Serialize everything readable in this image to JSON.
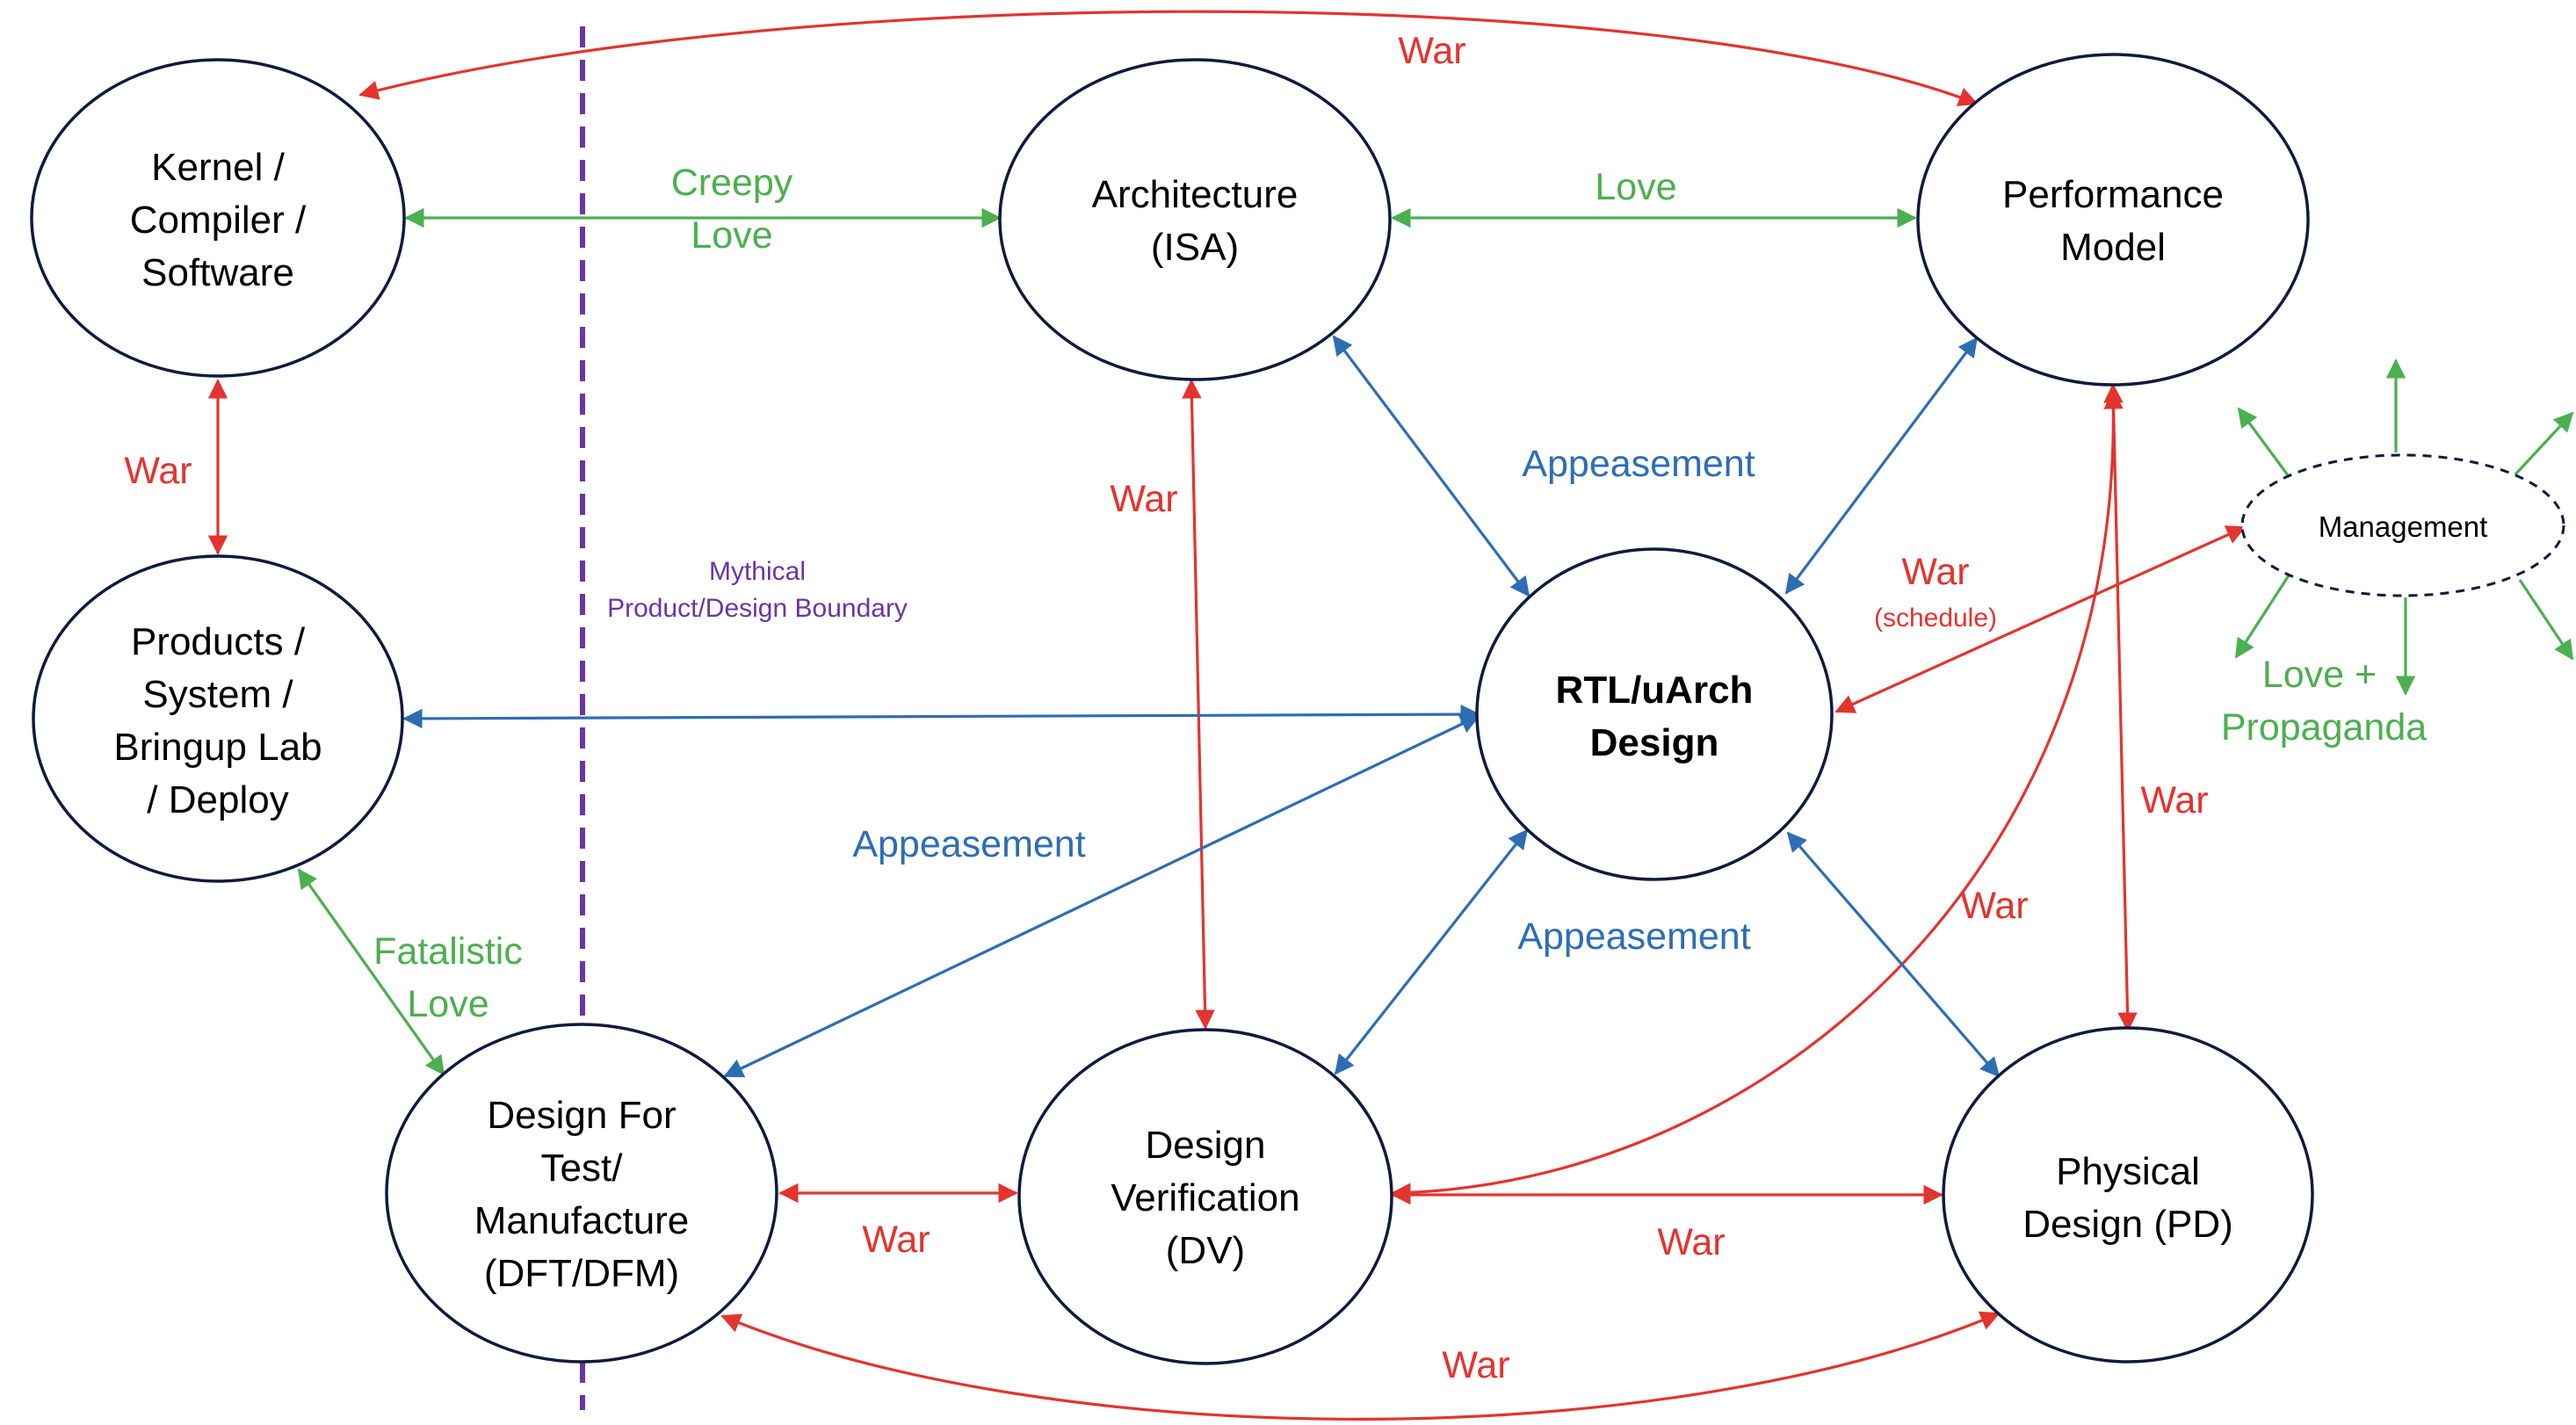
{
  "colors": {
    "war": "#e3342f",
    "love": "#4caf50",
    "appeasement": "#2e6db4",
    "boundary": "#6a35a5",
    "node_stroke": "#0e1b3d",
    "text": "#000000"
  },
  "nodes": {
    "kernel": [
      "Kernel /",
      "Compiler /",
      "Software"
    ],
    "architecture": [
      "Architecture",
      "(ISA)"
    ],
    "perf_model": [
      "Performance",
      "Model"
    ],
    "products": [
      "Products /",
      "System /",
      "Bringup Lab",
      "/ Deploy"
    ],
    "rtl": [
      "RTL/uArch",
      "Design"
    ],
    "dft": [
      "Design For",
      "Test/",
      "Manufacture",
      "(DFT/DFM)"
    ],
    "dv": [
      "Design",
      "Verification",
      "(DV)"
    ],
    "pd": [
      "Physical",
      "Design (PD)"
    ],
    "management": [
      "Management"
    ]
  },
  "labels": {
    "war_top": "War",
    "creepy_love": [
      "Creepy",
      "Love"
    ],
    "love_arch_perf": "Love",
    "war_kernel_products": "War",
    "war_arch_dv": "War",
    "appeasement_top": "Appeasement",
    "war_schedule": "War",
    "schedule_note": "(schedule)",
    "boundary": [
      "Mythical",
      "Product/Design Boundary"
    ],
    "love_propaganda": [
      "Love +",
      "Propaganda"
    ],
    "war_perf_pd": "War",
    "appeasement_left": "Appeasement",
    "war_perf_dv": "War",
    "appeasement_mid": "Appeasement",
    "fatalistic_love": [
      "Fatalistic",
      "Love"
    ],
    "war_dft_dv": "War",
    "war_dv_pd": "War",
    "war_bottom": "War"
  }
}
